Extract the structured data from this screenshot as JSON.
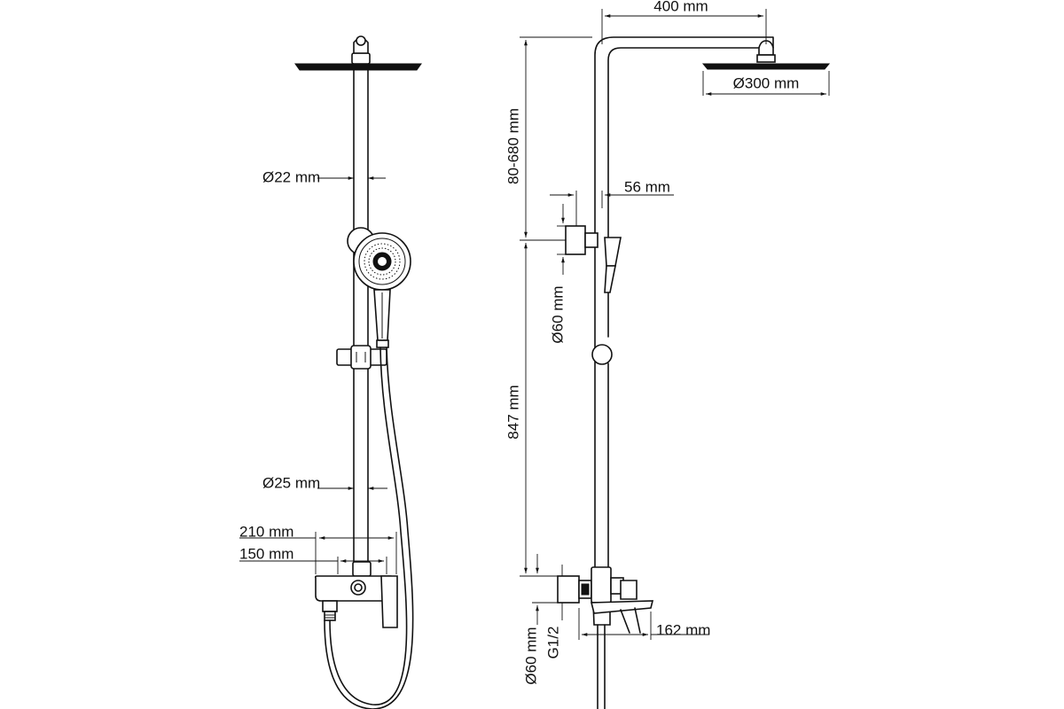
{
  "front_view": {
    "dim_rod_top": "Ø22 mm",
    "dim_rod_bottom": "Ø25 mm",
    "dim_mixer_width": "210 mm",
    "dim_mixer_centers": "150 mm"
  },
  "side_view": {
    "dim_arm_length": "400 mm",
    "dim_head_diameter": "Ø300 mm",
    "dim_height_adjust": "80-680 mm",
    "dim_holder_offset": "56 mm",
    "dim_holder_diameter": "Ø60 mm",
    "dim_rod_length": "847 mm",
    "dim_spout_length": "162 mm",
    "dim_flange_diameter": "Ø60 mm",
    "dim_thread": "G1/2"
  }
}
